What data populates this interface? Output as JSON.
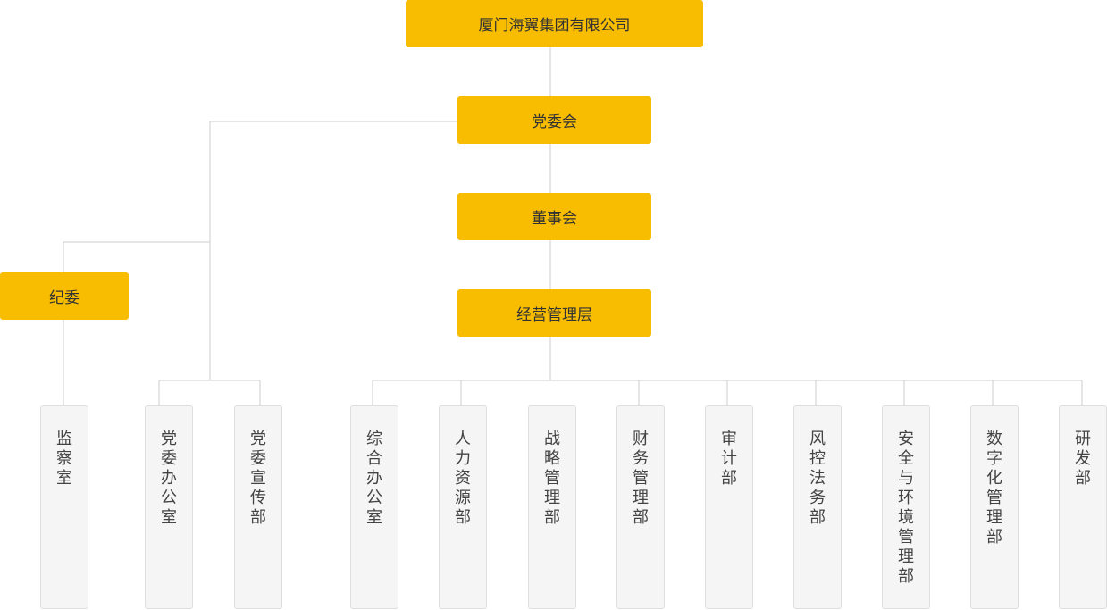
{
  "org": {
    "root": "厦门海翼集团有限公司",
    "party_committee": "党委会",
    "board": "董事会",
    "management": "经营管理层",
    "discipline": "纪委"
  },
  "departments": {
    "supervision": "监察室",
    "party_office": "党委办公室",
    "party_publicity": "党委宣传部",
    "general_office": "综合办公室",
    "hr": "人力资源部",
    "strategy": "战略管理部",
    "finance": "财务管理部",
    "audit": "审计部",
    "risk_legal": "风控法务部",
    "safety_env": "安全与环境管理部",
    "digital": "数字化管理部",
    "rnd": "研发部"
  },
  "colors": {
    "node": "#f8bd00",
    "department_bg": "#f5f5f5",
    "department_border": "#dedede",
    "connector": "#cccccc"
  }
}
